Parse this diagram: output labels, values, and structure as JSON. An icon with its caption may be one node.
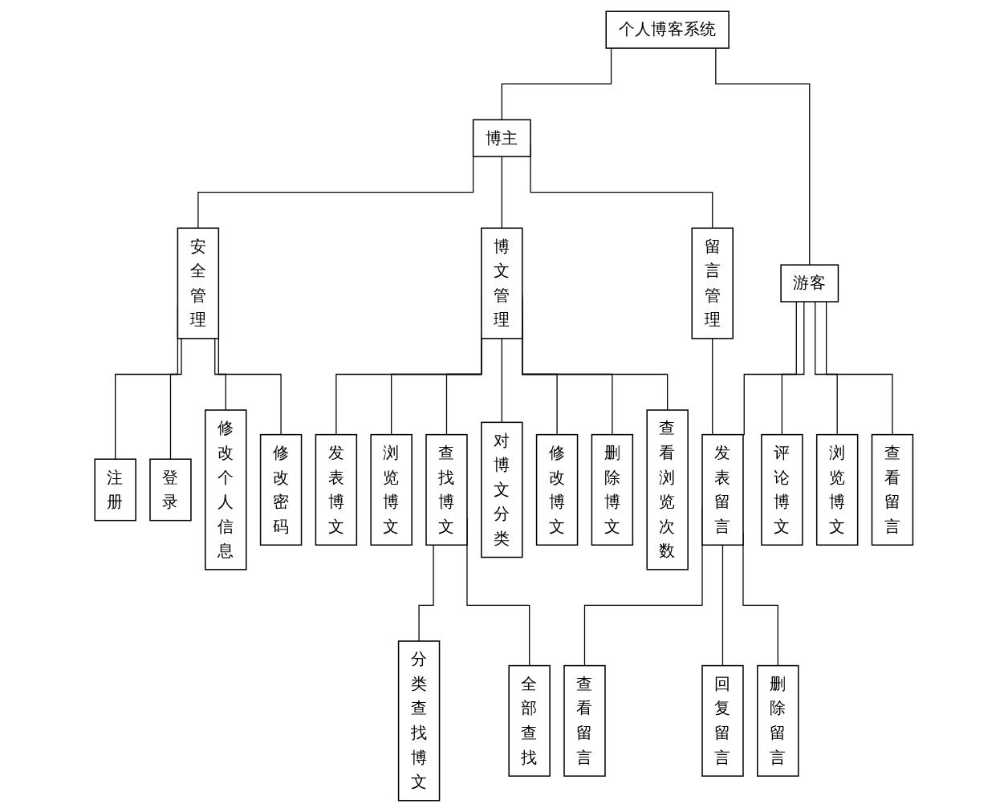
{
  "diagram": {
    "nodes": [
      {
        "text": [
          "个人博客系统"
        ]
      },
      {
        "text": [
          "博主"
        ]
      },
      {
        "text": [
          "游客"
        ]
      },
      {
        "text": [
          "安全管理"
        ]
      },
      {
        "text": [
          "博文管理"
        ]
      },
      {
        "text": [
          "留言管理"
        ]
      },
      {
        "text": [
          "评论博文"
        ]
      },
      {
        "text": [
          "浏览博文"
        ]
      },
      {
        "text": [
          "查看留言"
        ]
      },
      {
        "text": [
          "发表留言"
        ]
      },
      {
        "text": [
          "注册"
        ]
      },
      {
        "text": [
          "登录"
        ]
      },
      {
        "text": [
          "修改个人信息"
        ]
      },
      {
        "text": [
          "修改密码"
        ]
      },
      {
        "text": [
          "发表博文"
        ]
      },
      {
        "text": [
          "浏览博文"
        ]
      },
      {
        "text": [
          "查找博文"
        ]
      },
      {
        "text": [
          "对博文分类"
        ]
      },
      {
        "text": [
          "修改博文"
        ]
      },
      {
        "text": [
          "删除博文"
        ]
      },
      {
        "text": [
          "查看浏览次数"
        ]
      },
      {
        "text": [
          "查看留言"
        ]
      },
      {
        "text": [
          "回复留言"
        ]
      },
      {
        "text": [
          "删除留言"
        ]
      },
      {
        "text": [
          "分类查找博文"
        ]
      },
      {
        "text": [
          "全部查找"
        ]
      }
    ],
    "edges": [
      {
        "from": 0,
        "to": 1,
        "arrow": "none"
      },
      {
        "from": 0,
        "to": 2,
        "arrow": "none"
      },
      {
        "from": 1,
        "to": 3,
        "arrow": "none"
      },
      {
        "from": 1,
        "to": 4,
        "arrow": "none"
      },
      {
        "from": 1,
        "to": 5,
        "arrow": "none"
      },
      {
        "from": 2,
        "to": 6,
        "arrow": "none"
      },
      {
        "from": 2,
        "to": 7,
        "arrow": "none"
      },
      {
        "from": 2,
        "to": 8,
        "arrow": "none"
      },
      {
        "from": 2,
        "to": 9,
        "arrow": "none"
      },
      {
        "from": 3,
        "to": 10,
        "arrow": "none"
      },
      {
        "from": 3,
        "to": 11,
        "arrow": "none"
      },
      {
        "from": 3,
        "to": 12,
        "arrow": "none"
      },
      {
        "from": 3,
        "to": 13,
        "arrow": "none"
      },
      {
        "from": 4,
        "to": 14,
        "arrow": "none"
      },
      {
        "from": 4,
        "to": 15,
        "arrow": "none"
      },
      {
        "from": 4,
        "to": 16,
        "arrow": "none"
      },
      {
        "from": 4,
        "to": 17,
        "arrow": "none"
      },
      {
        "from": 4,
        "to": 18,
        "arrow": "none"
      },
      {
        "from": 4,
        "to": 19,
        "arrow": "none"
      },
      {
        "from": 4,
        "to": 20,
        "arrow": "none"
      },
      {
        "from": 5,
        "to": 9,
        "arrow": "none"
      },
      {
        "from": 9,
        "to": 21,
        "arrow": "none"
      },
      {
        "from": 9,
        "to": 22,
        "arrow": "none"
      },
      {
        "from": 9,
        "to": 23,
        "arrow": "none"
      },
      {
        "from": 16,
        "to": 24,
        "arrow": "none"
      },
      {
        "from": 16,
        "to": 25,
        "arrow": "none"
      }
    ]
  }
}
